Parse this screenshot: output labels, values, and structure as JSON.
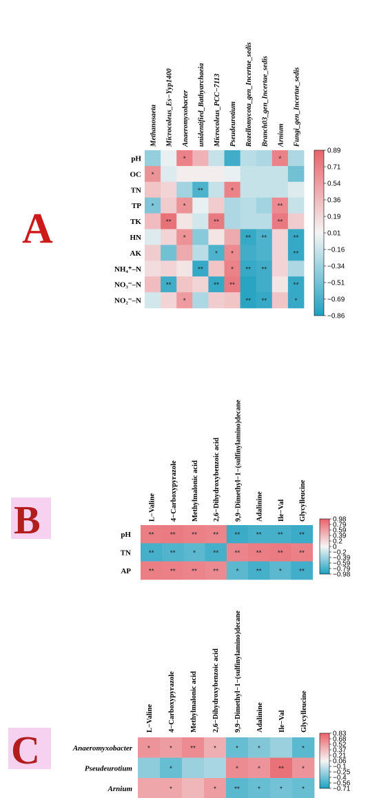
{
  "panel_letters": [
    "A",
    "B",
    "C"
  ],
  "colors": {
    "low": "#1fa0c0",
    "mid": "#f5f5f5",
    "high": "#e8636b",
    "letter": "#cc1a1a",
    "letter_bg": "#f6d2f0"
  },
  "chart_data": [
    {
      "type": "heatmap",
      "panel": "A",
      "rows": [
        "pH",
        "OC",
        "TN",
        "TP",
        "TK",
        "HN",
        "AK",
        "NH₄⁺–N",
        "NO₃⁻–N",
        "NO₂⁻–N"
      ],
      "columns": [
        "Methanosaeta",
        "Microcoleus_Es−Yyp1400",
        "Anaeromyxobacter",
        "unidentified_Bathyarchaeia",
        "Microcoleus_PCC−7113",
        "Pseudeurotium",
        "Rozellomycota_gen_Incertae_sedis",
        "Branch03_gen_Incertae_sedis",
        "Arnium",
        "Fungi_gen_Incertae_sedis"
      ],
      "italic_columns": true,
      "values": [
        [
          -0.4,
          -0.05,
          0.7,
          0.4,
          -0.2,
          -0.75,
          -0.25,
          -0.3,
          0.7,
          -0.3
        ],
        [
          0.6,
          -0.1,
          0.05,
          0.05,
          0.05,
          -0.05,
          -0.2,
          -0.2,
          -0.2,
          -0.55
        ],
        [
          0.3,
          0.2,
          -0.35,
          -0.7,
          -0.2,
          0.7,
          -0.2,
          -0.2,
          -0.2,
          -0.1
        ],
        [
          -0.5,
          0.25,
          0.6,
          -0.05,
          0.25,
          -0.3,
          -0.25,
          -0.35,
          0.65,
          -0.2
        ],
        [
          0.35,
          0.8,
          0.1,
          -0.15,
          0.75,
          -0.3,
          -0.25,
          -0.25,
          0.75,
          0.25
        ],
        [
          -0.1,
          0.2,
          0.6,
          -0.45,
          0.1,
          0.45,
          -0.8,
          -0.7,
          0.2,
          -0.8
        ],
        [
          0.25,
          -0.55,
          0.45,
          -0.25,
          -0.7,
          0.65,
          -0.75,
          -0.7,
          0.2,
          -0.8
        ],
        [
          0.15,
          0.2,
          0.1,
          -0.8,
          0.3,
          0.7,
          -0.8,
          -0.75,
          0.2,
          -0.3
        ],
        [
          0.35,
          -0.75,
          0.3,
          0.2,
          -0.8,
          0.75,
          -0.85,
          -0.75,
          0.1,
          -0.8
        ],
        [
          -0.15,
          0.2,
          0.55,
          -0.3,
          0.25,
          0.3,
          -0.85,
          -0.8,
          0.3,
          -0.8
        ]
      ],
      "significance": [
        [
          "",
          "",
          "*",
          "",
          "",
          "",
          "",
          "",
          "*",
          ""
        ],
        [
          "*",
          "",
          "",
          "",
          "",
          "",
          "",
          "",
          "",
          ""
        ],
        [
          "",
          "",
          "",
          "**",
          "",
          "*",
          "",
          "",
          "",
          ""
        ],
        [
          "*",
          "",
          "*",
          "",
          "",
          "",
          "",
          "",
          "**",
          ""
        ],
        [
          "",
          "**",
          "",
          "",
          "**",
          "",
          "",
          "",
          "**",
          ""
        ],
        [
          "",
          "",
          "*",
          "",
          "",
          "",
          "**",
          "**",
          "",
          "**"
        ],
        [
          "",
          "",
          "",
          "",
          "*",
          "*",
          "",
          "",
          "",
          "**"
        ],
        [
          "",
          "",
          "",
          "**",
          "",
          "*",
          "**",
          "**",
          "",
          ""
        ],
        [
          "",
          "**",
          "",
          "",
          "**",
          "**",
          "",
          "",
          "",
          "**"
        ],
        [
          "",
          "",
          "*",
          "",
          "",
          "",
          "**",
          "**",
          "",
          "*"
        ]
      ],
      "colorbar_ticks": [
        "0.89",
        "0.71",
        "0.54",
        "0.36",
        "0.19",
        "0.01",
        "−0.16",
        "−0.34",
        "−0.51",
        "−0.69",
        "−0.86"
      ],
      "range": [
        -0.86,
        0.89
      ]
    },
    {
      "type": "heatmap",
      "panel": "B",
      "rows": [
        "pH",
        "TN",
        "AP"
      ],
      "columns": [
        "L−Valine",
        "4−Carboxypyrazole",
        "Methylmalonic acid",
        "2,6−Dihydroxybenzoic acid",
        "9,9−Dimethyl−1−(sulfinylamino)decane",
        "Adalinine",
        "Ile−Val",
        "Glycylleucine"
      ],
      "italic_columns": false,
      "values": [
        [
          0.8,
          0.82,
          0.78,
          0.75,
          -0.85,
          -0.8,
          -0.8,
          -0.85
        ],
        [
          -0.8,
          -0.75,
          -0.7,
          -0.8,
          0.75,
          0.8,
          0.82,
          0.78
        ],
        [
          0.8,
          0.78,
          0.75,
          0.72,
          -0.7,
          -0.8,
          -0.7,
          -0.82
        ]
      ],
      "significance": [
        [
          "**",
          "**",
          "**",
          "**",
          "**",
          "**",
          "**",
          "**"
        ],
        [
          "**",
          "**",
          "*",
          "**",
          "**",
          "**",
          "**",
          "**"
        ],
        [
          "**",
          "**",
          "**",
          "**",
          "*",
          "**",
          "*",
          "**"
        ]
      ],
      "colorbar_ticks": [
        "0.98",
        "0.79",
        "0.59",
        "0.39",
        "0.2",
        "0",
        "−0.2",
        "−0.39",
        "−0.59",
        "−0.79",
        "−0.98"
      ],
      "range": [
        -0.98,
        0.98
      ]
    },
    {
      "type": "heatmap",
      "panel": "C",
      "rows": [
        "Anaeromyxobacter",
        "Pseudeurotium",
        "Arnium"
      ],
      "row_italic": true,
      "columns": [
        "L−Valine",
        "4−Carboxypyrazole",
        "Methylmalonic acid",
        "2,6−Dihydroxybenzoic acid",
        "9,9−Dimethyl−1−(sulfinylamino)decane",
        "Adalinine",
        "Ile−Val",
        "Glycylleucine"
      ],
      "italic_columns": false,
      "values": [
        [
          0.55,
          0.5,
          0.6,
          0.4,
          -0.55,
          -0.45,
          -0.35,
          -0.6
        ],
        [
          -0.4,
          -0.55,
          -0.35,
          -0.3,
          0.6,
          0.55,
          0.75,
          0.55
        ],
        [
          0.45,
          0.45,
          0.35,
          0.5,
          -0.6,
          -0.55,
          -0.5,
          -0.55
        ]
      ],
      "significance": [
        [
          "*",
          "*",
          "**",
          "*",
          "*",
          "*",
          "",
          "*"
        ],
        [
          "",
          "*",
          "",
          "",
          "*",
          "*",
          "**",
          "*"
        ],
        [
          "",
          "*",
          "",
          "*",
          "**",
          "*",
          "*",
          "*"
        ]
      ],
      "colorbar_ticks": [
        "0.83",
        "0.68",
        "0.52",
        "0.37",
        "0.21",
        "0.06",
        "−0.1",
        "−0.25",
        "−0.4",
        "−0.56",
        "−0.71"
      ],
      "range": [
        -0.71,
        0.83
      ]
    }
  ]
}
